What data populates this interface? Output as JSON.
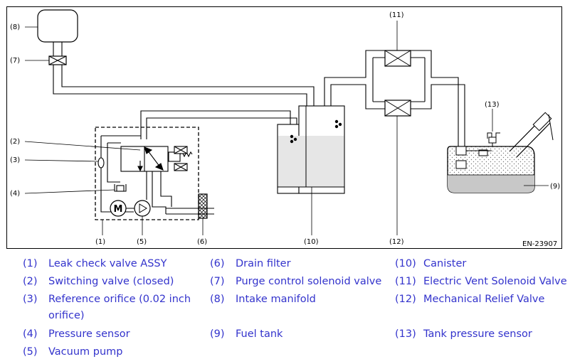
{
  "diagram": {
    "figure_code": "EN-23907",
    "callouts": [
      "(1)",
      "(2)",
      "(3)",
      "(4)",
      "(5)",
      "(6)",
      "(7)",
      "(8)",
      "(9)",
      "(10)",
      "(11)",
      "(12)",
      "(13)"
    ],
    "pump_motor_letter": "M"
  },
  "legend": {
    "items": [
      {
        "num": "(1)",
        "text": "Leak check valve ASSY"
      },
      {
        "num": "(2)",
        "text": "Switching valve (closed)"
      },
      {
        "num": "(3)",
        "text": "Reference orifice (0.02 inch",
        "text2": "orifice)"
      },
      {
        "num": "(4)",
        "text": "Pressure sensor"
      },
      {
        "num": "(5)",
        "text": "Vacuum pump"
      },
      {
        "num": "(6)",
        "text": "Drain filter"
      },
      {
        "num": "(7)",
        "text": "Purge control solenoid valve"
      },
      {
        "num": "(8)",
        "text": "Intake manifold"
      },
      {
        "num": "(9)",
        "text": "Fuel tank"
      },
      {
        "num": "(10)",
        "text": "Canister"
      },
      {
        "num": "(11)",
        "text": "Electric Vent Solenoid Valve"
      },
      {
        "num": "(12)",
        "text": "Mechanical Relief Valve"
      },
      {
        "num": "(13)",
        "text": "Tank pressure sensor"
      }
    ]
  },
  "colors": {
    "legend_text": "#3333cc",
    "line": "#000000",
    "tank_fill": "#c8c8c8",
    "canister_fill": "#e6e6e6"
  }
}
